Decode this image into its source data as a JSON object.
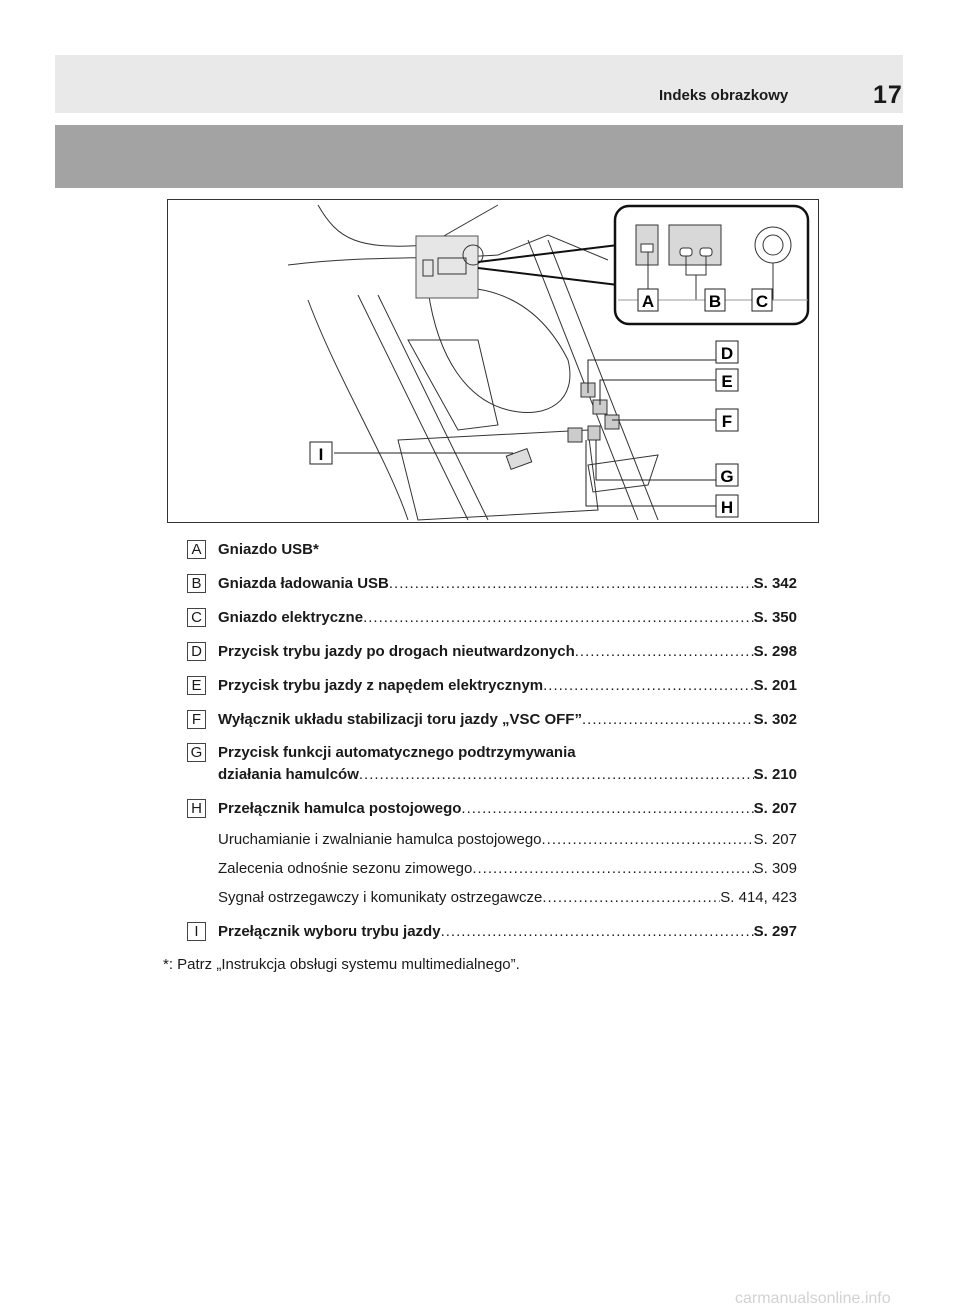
{
  "header": {
    "title": "Indeks obrazkowy",
    "page_number": "17"
  },
  "figure": {
    "callouts": [
      "A",
      "B",
      "C",
      "D",
      "E",
      "F",
      "G",
      "H",
      "I"
    ]
  },
  "items": [
    {
      "label": "A",
      "text": "Gniazdo USB*",
      "page": ""
    },
    {
      "label": "B",
      "text": "Gniazda ładowania USB",
      "page": "S. 342"
    },
    {
      "label": "C",
      "text": "Gniazdo elektryczne",
      "page": "S. 350"
    },
    {
      "label": "D",
      "text": "Przycisk trybu jazdy po drogach nieutwardzonych",
      "page": "S. 298"
    },
    {
      "label": "E",
      "text": "Przycisk trybu jazdy z napędem elektrycznym",
      "page": "S. 201"
    },
    {
      "label": "F",
      "text": "Wyłącznik układu stabilizacji toru jazdy „VSC OFF”",
      "page": "S. 302"
    },
    {
      "label": "G",
      "text": "Przycisk funkcji automatycznego podtrzymywania",
      "text2": "działania hamulców",
      "page": "S. 210"
    },
    {
      "label": "H",
      "text": "Przełącznik hamulca postojowego",
      "page": "S. 207"
    },
    {
      "label": "I",
      "text": "Przełącznik wyboru trybu jazdy",
      "page": "S. 297"
    }
  ],
  "subitems": [
    {
      "text": "Uruchamianie i zwalnianie hamulca postojowego",
      "page": "S. 207"
    },
    {
      "text": "Zalecenia odnośnie sezonu zimowego",
      "page": "S. 309"
    },
    {
      "text": "Sygnał ostrzegawczy i komunikaty ostrzegawcze",
      "page": "S. 414, 423"
    }
  ],
  "footnote": "*: Patrz „Instrukcja obsługi systemu multimedialnego”.",
  "watermark": "carmanualsonline.info"
}
